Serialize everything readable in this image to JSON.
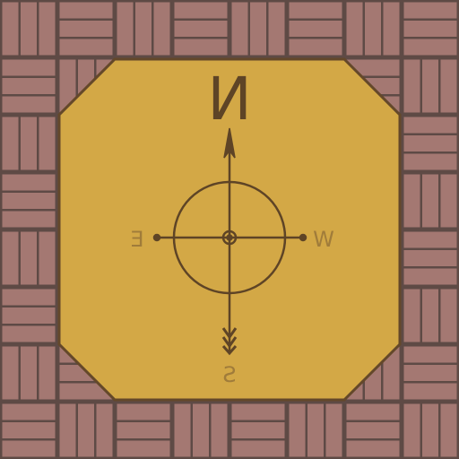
{
  "scene": {
    "compass": {
      "north_letter": "N",
      "south_letter": "S",
      "east_letter": "E",
      "west_letter": "W",
      "letters_mirrored": true
    },
    "floor_tiling": "parquet-basketweave",
    "colors": {
      "tile": "#a47872",
      "tile_gap": "#5e4a45",
      "panel": "#d3a846",
      "panel_border": "#64482a",
      "ink": "#5e4426",
      "faint_letters": "#a07c3a"
    }
  }
}
